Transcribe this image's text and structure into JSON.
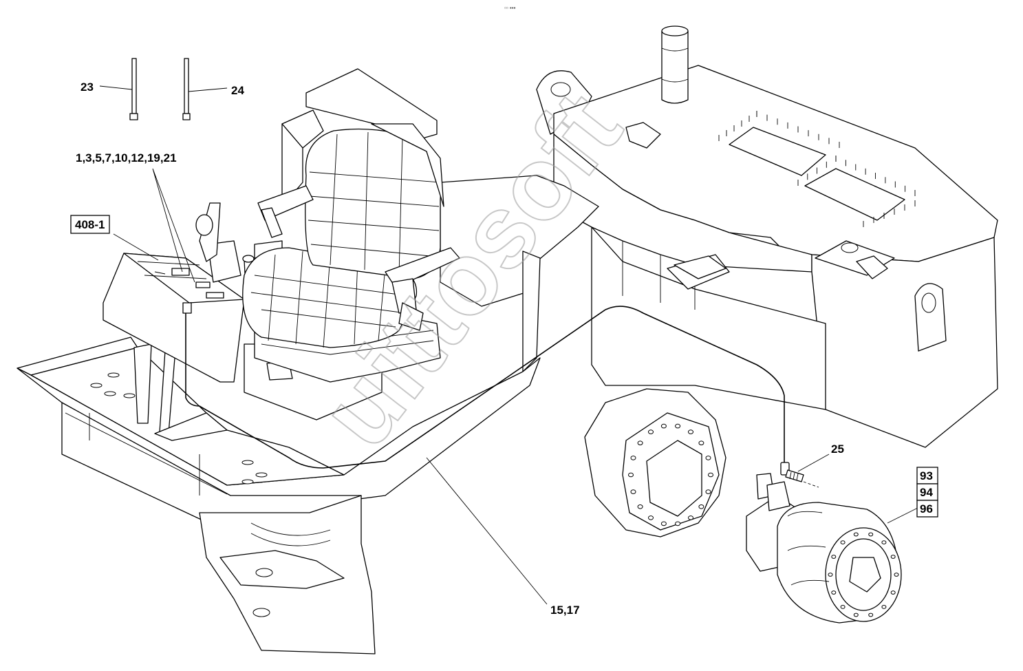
{
  "diagram": {
    "header_mark": "▫▫ ▪▪▪",
    "watermark": "uittosoft",
    "callouts": [
      {
        "id": "c23",
        "text": "23"
      },
      {
        "id": "c24",
        "text": "24"
      },
      {
        "id": "c1",
        "text": "1,3,5,7,10,12,19,21"
      },
      {
        "id": "c25",
        "text": "25"
      },
      {
        "id": "c1517",
        "text": "15,17"
      }
    ],
    "boxed_callouts": [
      {
        "id": "b408",
        "text": "408-1"
      },
      {
        "id": "b93",
        "text": "93"
      },
      {
        "id": "b94",
        "text": "94"
      },
      {
        "id": "b96",
        "text": "96"
      }
    ],
    "colors": {
      "line": "#000000",
      "background": "#ffffff",
      "watermark": "#9a9a9a"
    }
  }
}
